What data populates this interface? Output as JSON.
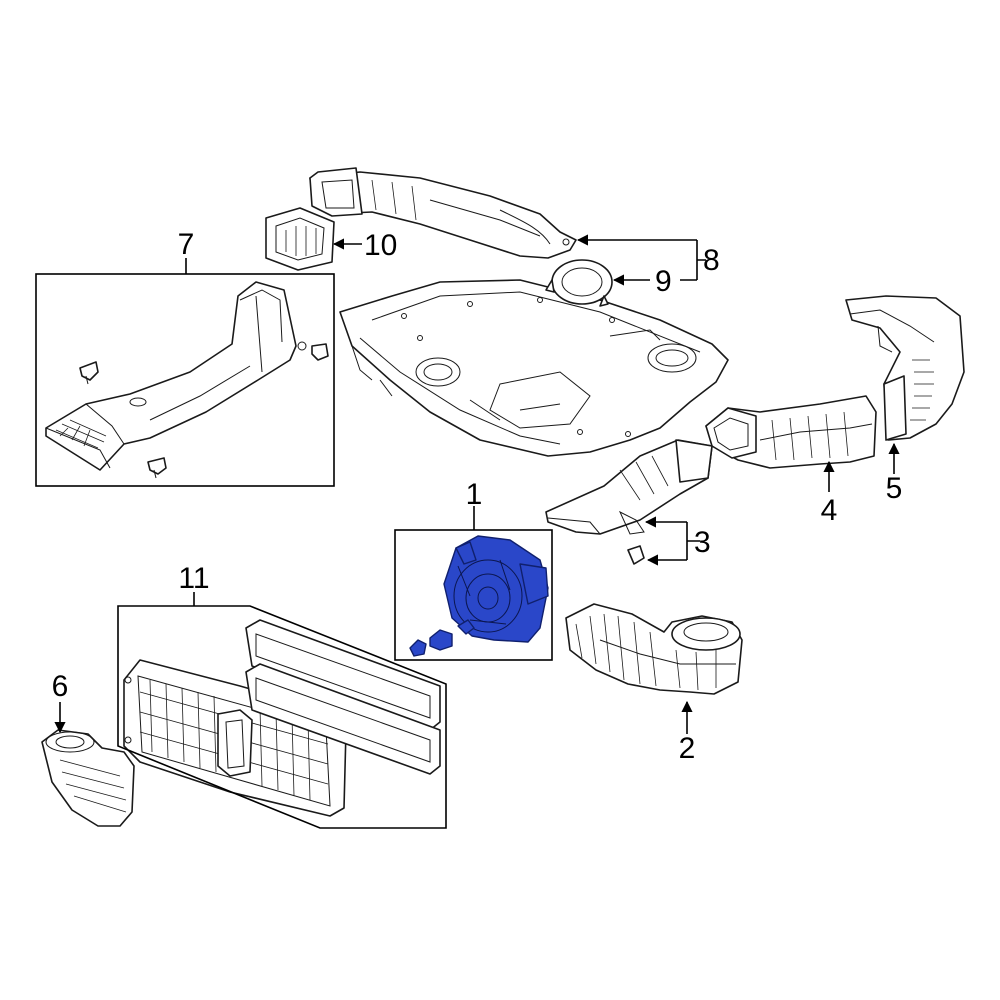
{
  "callouts": {
    "c1": "1",
    "c2": "2",
    "c3": "3",
    "c4": "4",
    "c5": "5",
    "c6": "6",
    "c7": "7",
    "c8": "8",
    "c9": "9",
    "c10": "10",
    "c11": "11"
  },
  "colors": {
    "highlight": "#2a47c9",
    "line": "#1a1a1a"
  }
}
